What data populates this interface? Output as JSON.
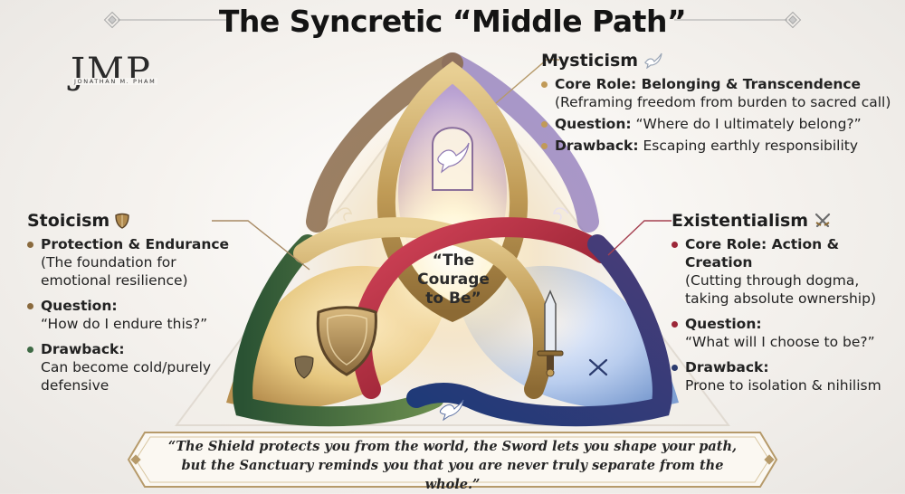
{
  "title": "The Syncretic “Middle Path”",
  "logo": {
    "mark": "JMP",
    "name": "JONATHAN M. PHAM"
  },
  "center": {
    "line1": "“The",
    "line2": "Courage",
    "line3": "to Be”"
  },
  "mysticism": {
    "heading": "Mysticism",
    "icon": "dove-icon",
    "items": [
      {
        "label": "Core Role: Belonging & Transcendence",
        "text": "(Reframing freedom from burden to sacred call)"
      },
      {
        "label": "Question:",
        "text": "“Where do I ultimately belong?”"
      },
      {
        "label": "Drawback:",
        "text": "Escaping earthly responsibility"
      }
    ]
  },
  "stoicism": {
    "heading": "Stoicism",
    "icon": "shield-icon",
    "items": [
      {
        "label": "Protection & Endurance",
        "text": "(The foundation for emotional resilience)"
      },
      {
        "label": "Question:",
        "text": "“How do I endure this?”"
      },
      {
        "label": "Drawback:",
        "text": "Can become cold/purely defensive"
      }
    ]
  },
  "existentialism": {
    "heading": "Existentialism",
    "icon": "crossed-swords-icon",
    "items": [
      {
        "label": "Core Role: Action & Creation",
        "text": "(Cutting through dogma, taking absolute ownership)"
      },
      {
        "label": "Question:",
        "text": "“What will I choose to be?”"
      },
      {
        "label": "Drawback:",
        "text": "Prone to isolation & nihilism"
      }
    ]
  },
  "quote": {
    "line1": "“The Shield protects you from the world, the Sword lets you shape your path,",
    "line2": "but the Sanctuary reminds you that you are never truly separate from the whole.”"
  },
  "colors": {
    "gold": "#b58a3c",
    "crimson": "#9c1f2e",
    "navy": "#22356b",
    "green": "#2f5a36",
    "lavender": "#b9a6d6",
    "mystic_dot": "#c19a58",
    "stoic_dot": "#8a6a3e",
    "stoic_dot3": "#3f6a45",
    "exist_dot": "#9c2738",
    "exist_dot3": "#2b3b6e"
  }
}
